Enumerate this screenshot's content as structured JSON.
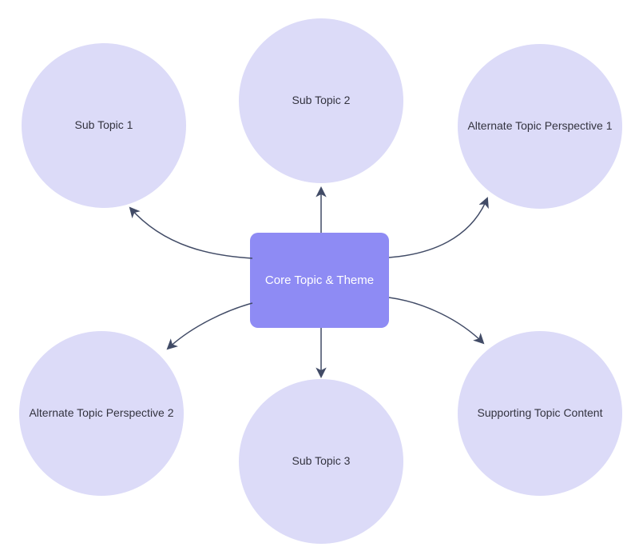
{
  "diagram": {
    "center_node": {
      "label": "Core Topic & Theme"
    },
    "nodes": [
      {
        "id": "sub-topic-1",
        "label": "Sub Topic 1"
      },
      {
        "id": "sub-topic-2",
        "label": "Sub Topic 2"
      },
      {
        "id": "alternate-topic-perspective-1",
        "label": "Alternate Topic Perspective 1"
      },
      {
        "id": "alternate-topic-perspective-2",
        "label": "Alternate Topic Perspective 2"
      },
      {
        "id": "sub-topic-3",
        "label": "Sub Topic 3"
      },
      {
        "id": "supporting-topic-content",
        "label": "Supporting Topic Content"
      }
    ],
    "connections": [
      {
        "from": "core-topic",
        "to": "sub-topic-1"
      },
      {
        "from": "core-topic",
        "to": "sub-topic-2"
      },
      {
        "from": "core-topic",
        "to": "alternate-topic-perspective-1"
      },
      {
        "from": "core-topic",
        "to": "alternate-topic-perspective-2"
      },
      {
        "from": "core-topic",
        "to": "sub-topic-3"
      },
      {
        "from": "core-topic",
        "to": "supporting-topic-content"
      }
    ],
    "colors": {
      "background": "#ffffff",
      "node_fill": "#dcdbf8",
      "node_text": "#33333f",
      "center_fill": "#8e8bf4",
      "center_text": "#ffffff",
      "connector": "#414b66"
    }
  }
}
